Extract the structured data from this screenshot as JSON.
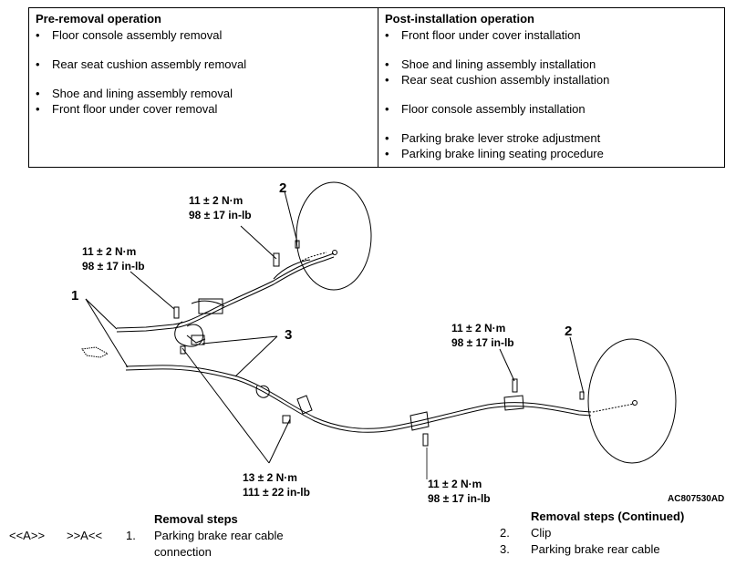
{
  "pre_removal": {
    "title": "Pre-removal operation",
    "items": [
      "Floor console assembly removal",
      "Rear seat cushion assembly removal",
      "Shoe and lining assembly removal",
      "Front floor under cover removal"
    ]
  },
  "post_installation": {
    "title": "Post-installation operation",
    "items": [
      "Front floor under cover installation",
      "Shoe and lining assembly installation",
      "Rear seat cushion assembly installation",
      "Floor console assembly installation",
      "Parking brake lever stroke adjustment",
      "Parking brake lining seating procedure"
    ]
  },
  "bullet": "•",
  "diagram": {
    "torque_11_nm": "11 ± 2 N·m",
    "torque_98_inlb": "98 ± 17 in-lb",
    "torque_13_nm": "13 ± 2 N·m",
    "torque_111_inlb": "111 ± 22 in-lb",
    "label_1": "1",
    "label_2": "2",
    "label_3": "3",
    "figure_code": "AC807530AD"
  },
  "removal_steps": {
    "heading": "Removal steps",
    "marker_a_open": "<<A>>",
    "marker_a_close": ">>A<<",
    "step1_num": "1.",
    "step1_line1": "Parking brake rear cable",
    "step1_line2": "connection"
  },
  "removal_steps_continued": {
    "heading": "Removal steps (Continued)",
    "step2_num": "2.",
    "step2_text": "Clip",
    "step3_num": "3.",
    "step3_text": "Parking brake rear cable"
  }
}
